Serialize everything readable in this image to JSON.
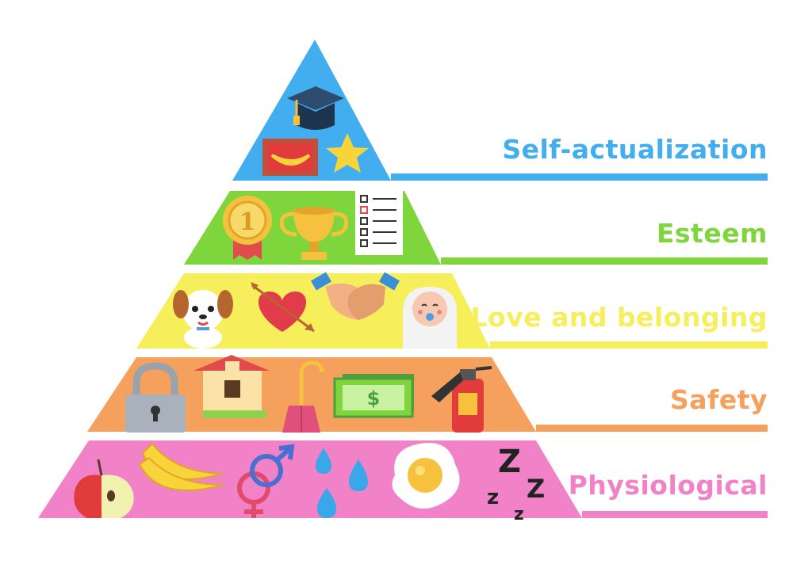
{
  "levels": [
    {
      "id": "self-actualization",
      "label": "Self-actualization",
      "color": "#42aef0",
      "icons": [
        "graduation-cap-icon",
        "banana-painting-icon",
        "star-icon"
      ]
    },
    {
      "id": "esteem",
      "label": "Esteem",
      "color": "#7ed63c",
      "icons": [
        "medal-icon",
        "trophy-icon",
        "checklist-icon"
      ]
    },
    {
      "id": "love",
      "label": "Love and belonging",
      "color": "#f6ee5a",
      "icons": [
        "dog-icon",
        "heart-arrow-icon",
        "handshake-icon",
        "baby-icon"
      ]
    },
    {
      "id": "safety",
      "label": "Safety",
      "color": "#f5a05c",
      "icons": [
        "padlock-icon",
        "house-icon",
        "umbrella-icon",
        "money-icon",
        "fire-extinguisher-icon"
      ]
    },
    {
      "id": "physiological",
      "label": "Physiological",
      "color": "#f282c8",
      "icons": [
        "apple-icon",
        "bananas-icon",
        "gender-symbols-icon",
        "water-drops-icon",
        "fried-egg-icon",
        "sleep-z-icon"
      ]
    }
  ]
}
